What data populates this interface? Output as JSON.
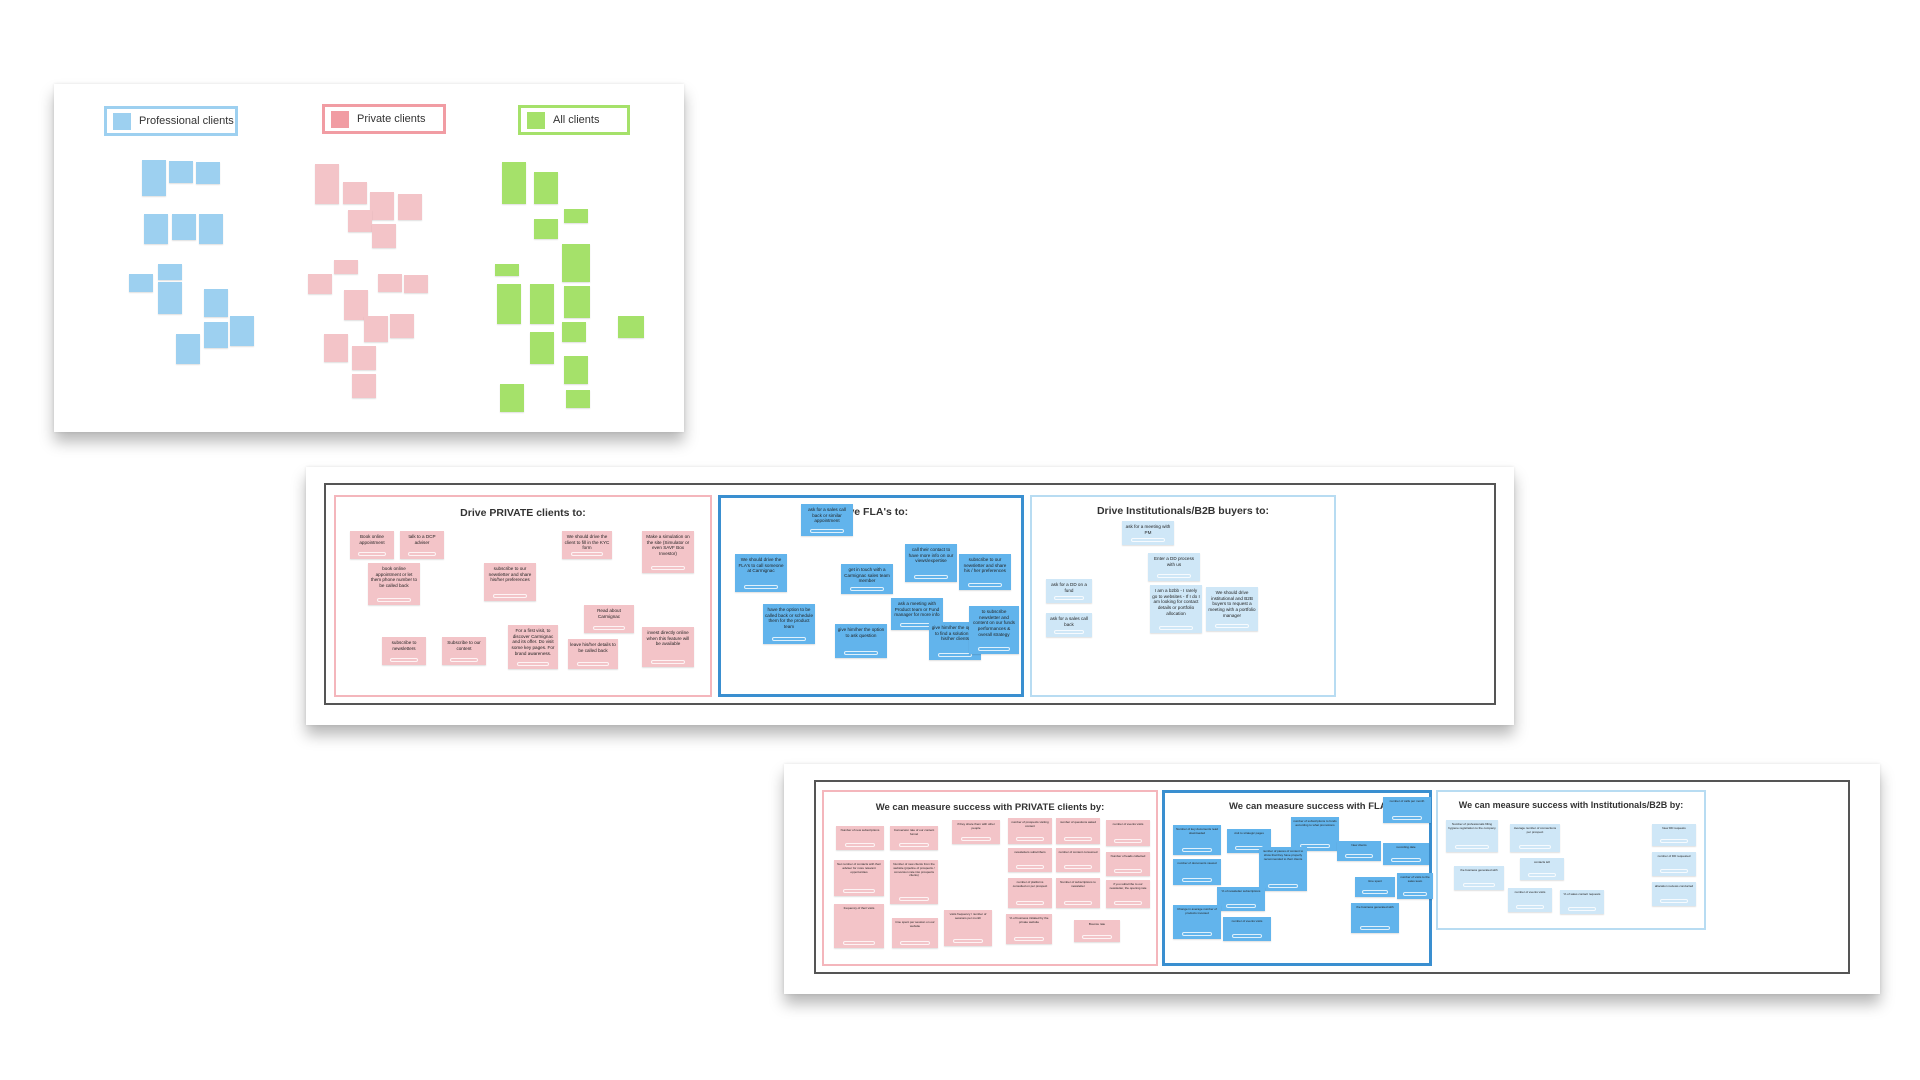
{
  "legend": {
    "professional": "Professional clients",
    "private": "Private clients",
    "all": "All clients"
  },
  "colors": {
    "pink": "#f3c4c8",
    "blue": "#62b4ec",
    "lightblue": "#cfe7f7",
    "green": "#a5e16a",
    "professional_swatch": "#9dd0f0",
    "private_swatch": "#f19ca3",
    "all_swatch": "#a5e16a"
  },
  "drive": {
    "private_title": "Drive PRIVATE clients to:",
    "fla_title": "Drive FLA's to:",
    "inst_title": "Drive Institutionals/B2B buyers to:",
    "private_notes": [
      "Book online appointment",
      "talk to a DCP adviser",
      "We should drive the client to fill in the KYC form",
      "Make a simulation on the site (Simulator or even SAVF Box Investor)",
      "book online appointment or let them phone number to be called back",
      "subscribe to our newsletter and share his/her preferences",
      "Read about Carmignac",
      "subscribe to newsletters",
      "Subscribe to our content",
      "For a first visit, to discover Carmignac and its offer. Do visit some key pages. For brand awareness.",
      "leave his/her details to be called back",
      "invest directly online when this feature will be available"
    ],
    "fla_notes": [
      "ask for a sales call back or similar appointment",
      "We should drive the FLA's to call someone at Carmignac",
      "get in touch with a Carmignac sales team member",
      "call their contact to have more info on our views/expertise",
      "subscribe to our newsletter and share his / her preferences",
      "have the option to be called back or schedule them for the product team",
      "ask a meeting with Product team or Fund manager for more info",
      "give him/her the option to ask question",
      "give him/her the option to find a solution for his/her clients",
      "to subscribe newsletter and content on our funds performances & overall strategy"
    ],
    "inst_notes": [
      "ask for a meeting with PM",
      "Enter a DD process with us",
      "ask for a DD on a fund",
      "ask for a sales call back",
      "I am a b2bb - I rarely go to websites - If I do I am looking for contact details or portfolio allocation",
      "We should drive institutional and B2B buyers to request a meeting with a portfolio manager"
    ]
  },
  "measure": {
    "private_title": "We can measure success with PRIVATE clients by:",
    "fla_title": "We can measure success with FLA's by:",
    "inst_title": "We can measure success with Institutionals/B2B by:",
    "private_notes": [
      "Number of new subscriptions",
      "Conversion rate of our content funnel",
      "if they share them with other people",
      "number of prospects visiting content",
      "number of questions asked",
      "number of events visits",
      "newsletters subscribers",
      "number of content consumed",
      "Number of leads collected",
      "Net number of contacts with their adviser for more relevant opportunities",
      "Number of new clients from the website (pipeline of prospects / conversion rate into prospects clients)",
      "number of platforms consulted on per prospect",
      "Number of subscriptions to newsletter",
      "if you subscribe to our newsletter, the opening rate",
      "frequency of their visits",
      "time spent per session on our website",
      "visits frequency / number of sessions per month",
      "% of business initiated by the private website",
      "Bounce rate"
    ],
    "fla_notes": [
      "number of calls per month",
      "Number of key documents read downloaded",
      "visit to strategic pages",
      "number of subscriptions to funds according to what promotions",
      "New clients",
      "recording date",
      "number of documents viewed",
      "number of pieces of content to show that they have properly recommended to their clients",
      "% of newsletter subscriptions",
      "time spent",
      "number of visits to the sales team",
      "Change in average number of products invested",
      "number of events visits",
      "the business generated with"
    ],
    "inst_notes": [
      "Number of professionals filling hygiene registration to the company",
      "Average number of connections per prospect",
      "New DD requests",
      "number of DD requested",
      "contacts left",
      "the business generated with",
      "allocation reviews conducted",
      "number of events visits",
      "% of sales contact requests"
    ]
  }
}
